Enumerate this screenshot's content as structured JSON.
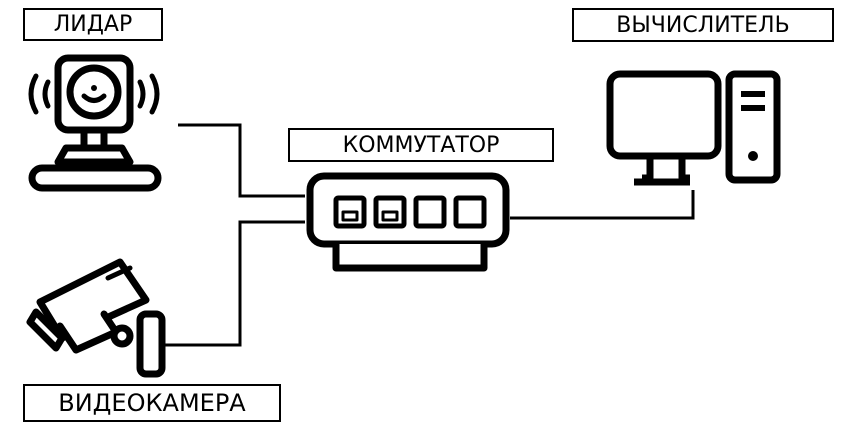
{
  "labels": {
    "lidar": "ЛИДАР",
    "computer": "ВЫЧИСЛИТЕЛЬ",
    "switch": "КОММУТАТОР",
    "camera": "ВИДЕОКАМЕРА"
  },
  "nodes": [
    {
      "id": "lidar",
      "icon": "lidar-icon"
    },
    {
      "id": "camera",
      "icon": "video-camera-icon"
    },
    {
      "id": "switch",
      "icon": "network-switch-icon"
    },
    {
      "id": "computer",
      "icon": "desktop-computer-icon"
    }
  ],
  "edges": [
    {
      "from": "lidar",
      "to": "switch"
    },
    {
      "from": "camera",
      "to": "switch"
    },
    {
      "from": "switch",
      "to": "computer"
    }
  ],
  "colors": {
    "stroke": "#000000",
    "background": "#ffffff"
  }
}
